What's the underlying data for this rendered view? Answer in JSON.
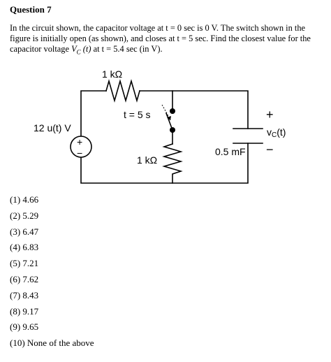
{
  "heading": "Question 7",
  "question": {
    "part1": "In the circuit shown, the capacitor voltage at t = 0 sec is 0 V. The switch shown in the figure is initially open (as shown), and closes at t = 5 sec. Find the closest value for the capacitor voltage ",
    "var": "V",
    "var_sub": "C",
    "var_arg": " (t)",
    "part2": " at t = 5.4 sec (in V)."
  },
  "circuit": {
    "source_label": "12 u(t) V",
    "source_plus": "+",
    "source_minus": "−",
    "top_resistor_label": "1 kΩ",
    "switch_label": "t = 5 s",
    "bottom_resistor_label": "1 kΩ",
    "capacitor_label": "0.5 mF",
    "vc_plus": "+",
    "vc_label": "v",
    "vc_sub": "C",
    "vc_arg": "(t)",
    "vc_minus": "−"
  },
  "choices": [
    "(1) 4.66",
    "(2) 5.29",
    "(3) 6.47",
    "(4) 6.83",
    "(5) 7.21",
    "(6) 7.62",
    "(7) 8.43",
    "(8) 9.17",
    "(9) 9.65",
    "(10) None of the above"
  ]
}
